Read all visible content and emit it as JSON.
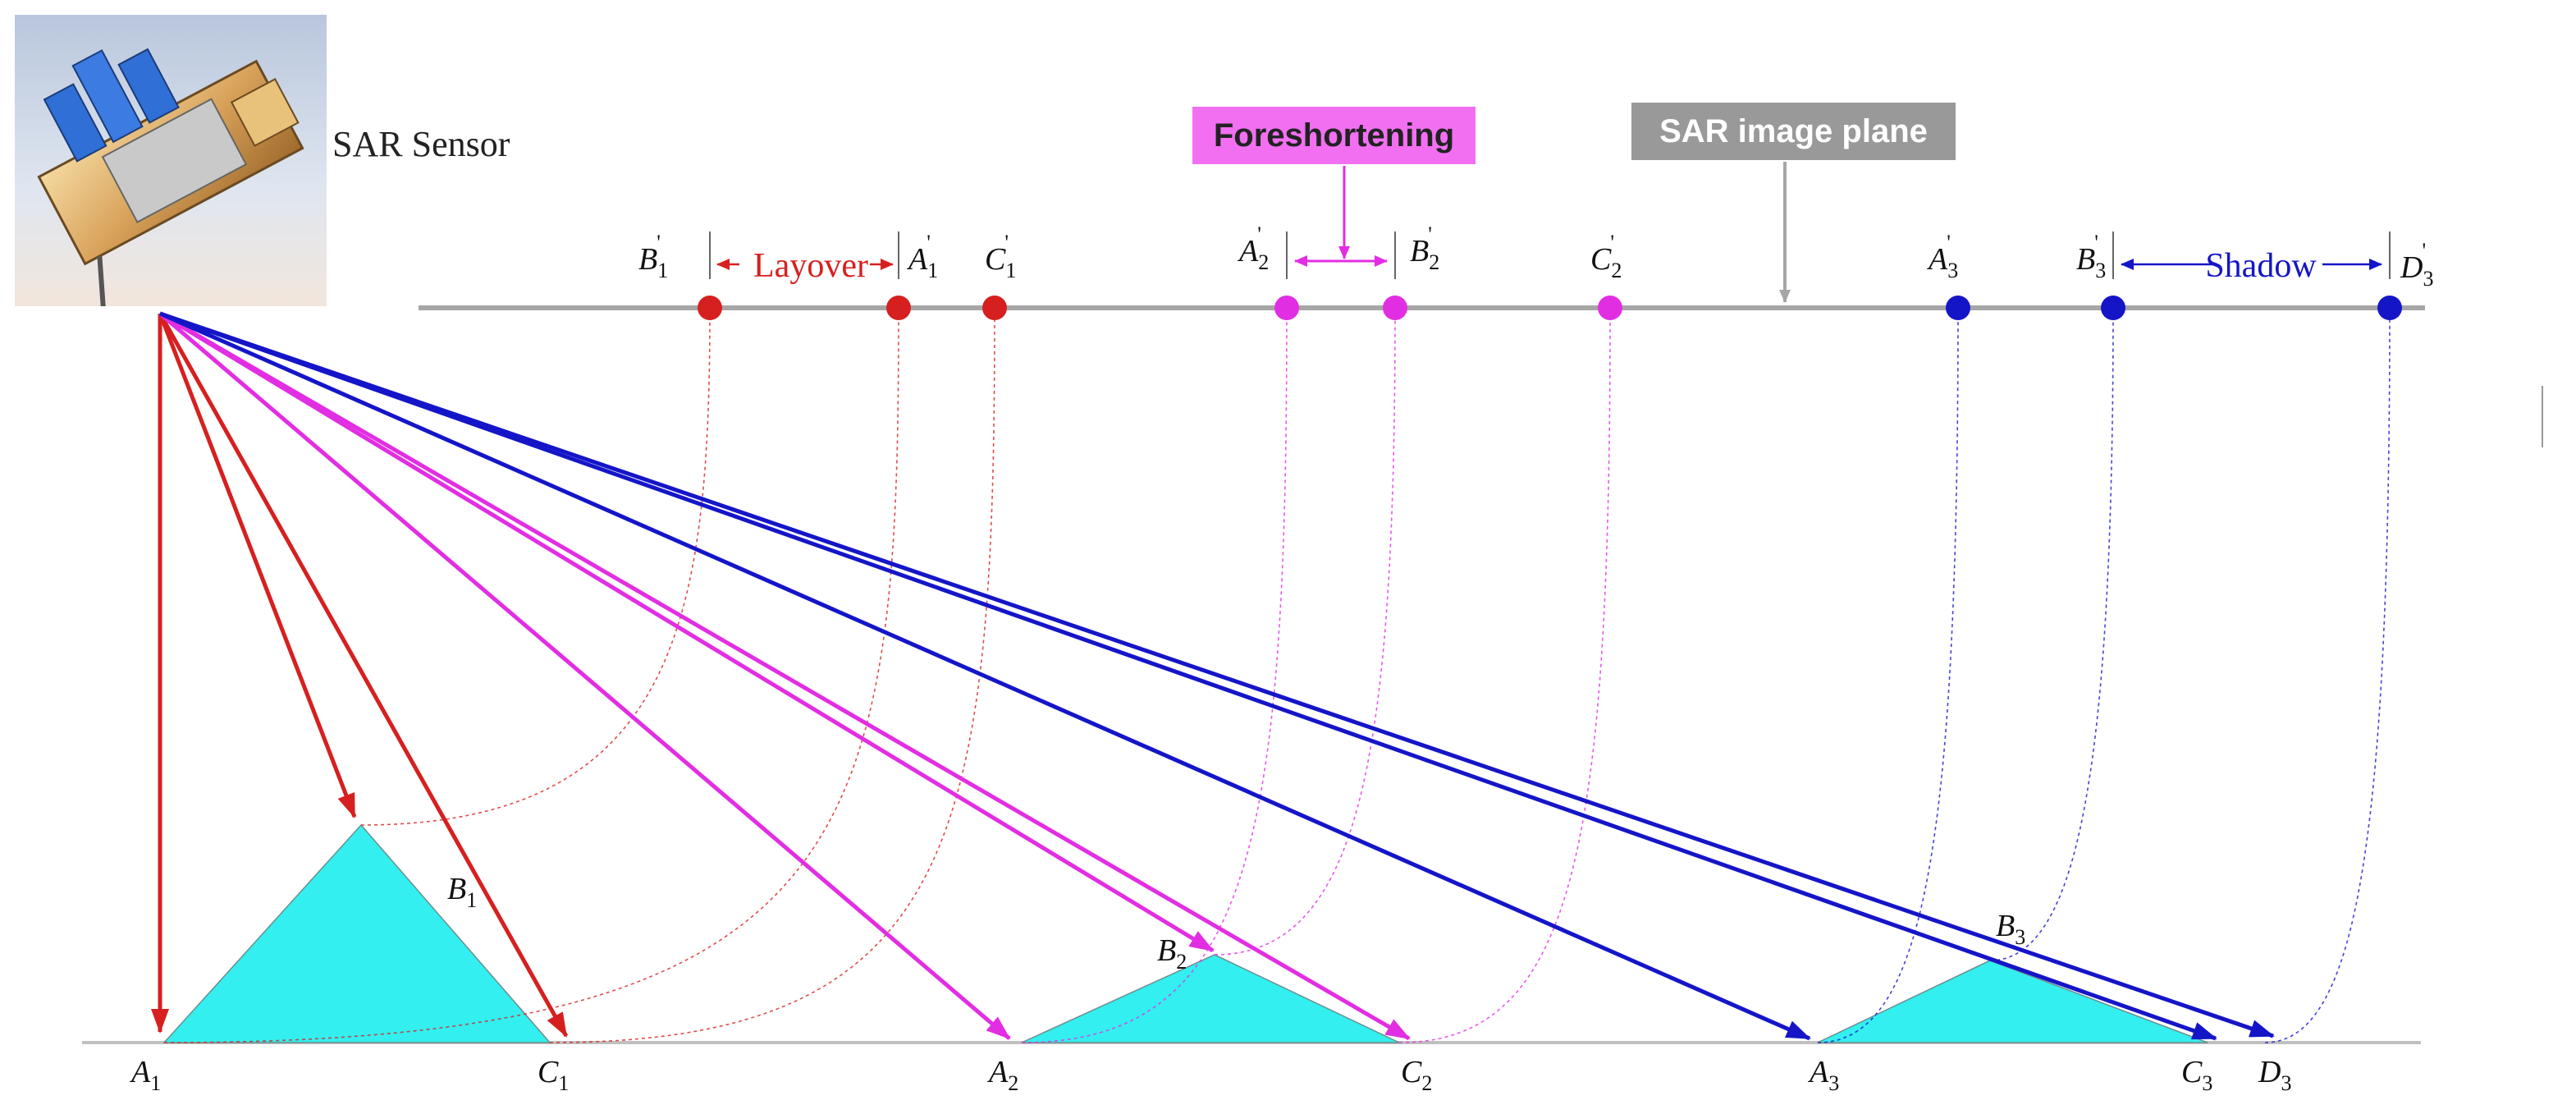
{
  "labels": {
    "sensor": "SAR Sensor",
    "foreshortening": "Foreshortening",
    "image_plane": "SAR image plane",
    "layover": "Layover",
    "shadow": "Shadow"
  },
  "colors": {
    "layover": "#d62020",
    "foreshortening": "#e22ee2",
    "shadow": "#1515c8",
    "triangle_fill": "#33efef",
    "plane_line": "#a6a6a6",
    "ground_line": "#c0c0c0"
  },
  "ground_points": [
    {
      "letter": "A",
      "sub": "1",
      "color": "layover"
    },
    {
      "letter": "B",
      "sub": "1",
      "color": "layover"
    },
    {
      "letter": "C",
      "sub": "1",
      "color": "layover"
    },
    {
      "letter": "A",
      "sub": "2",
      "color": "foreshortening"
    },
    {
      "letter": "B",
      "sub": "2",
      "color": "foreshortening"
    },
    {
      "letter": "C",
      "sub": "2",
      "color": "foreshortening"
    },
    {
      "letter": "A",
      "sub": "3",
      "color": "shadow"
    },
    {
      "letter": "B",
      "sub": "3",
      "color": "shadow"
    },
    {
      "letter": "C",
      "sub": "3",
      "color": "shadow"
    },
    {
      "letter": "D",
      "sub": "3",
      "color": "shadow"
    }
  ],
  "image_points": [
    {
      "letter": "B",
      "sub": "1",
      "sup": "'",
      "color": "layover"
    },
    {
      "letter": "A",
      "sub": "1",
      "sup": "'",
      "color": "layover"
    },
    {
      "letter": "C",
      "sub": "1",
      "sup": "'",
      "color": "layover"
    },
    {
      "letter": "A",
      "sub": "2",
      "sup": "'",
      "color": "foreshortening"
    },
    {
      "letter": "B",
      "sub": "2",
      "sup": "'",
      "color": "foreshortening"
    },
    {
      "letter": "C",
      "sub": "2",
      "sup": "'",
      "color": "foreshortening"
    },
    {
      "letter": "A",
      "sub": "3",
      "sup": "'",
      "color": "shadow"
    },
    {
      "letter": "B",
      "sub": "3",
      "sup": "'",
      "color": "shadow"
    },
    {
      "letter": "D",
      "sub": "3",
      "sup": "'",
      "color": "shadow"
    }
  ]
}
